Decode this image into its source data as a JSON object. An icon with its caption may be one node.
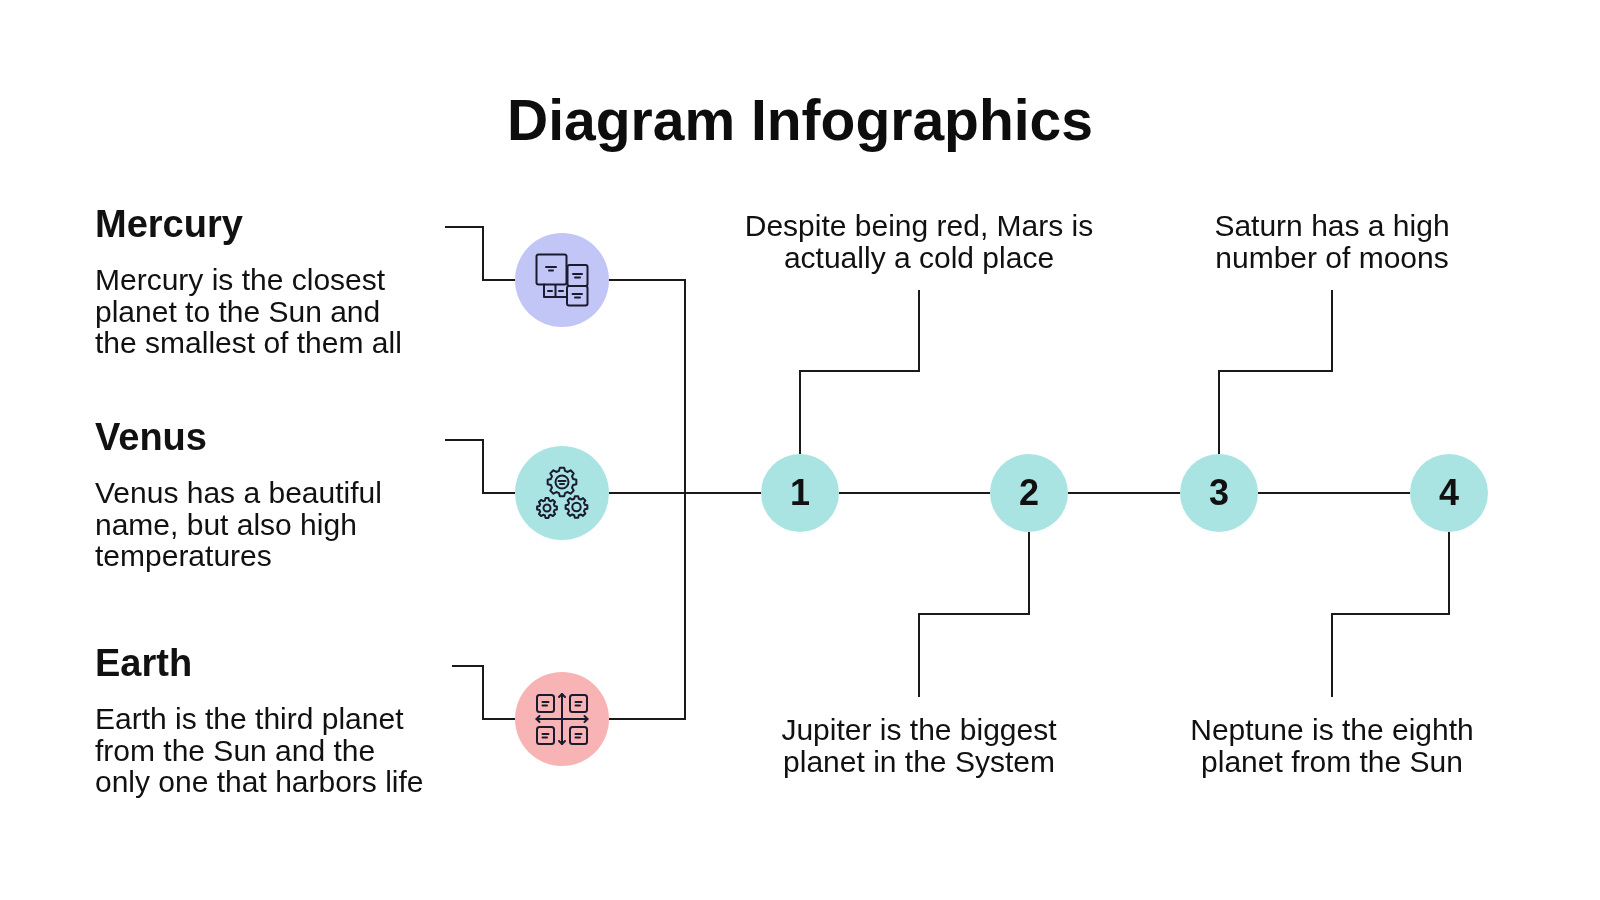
{
  "diagram": {
    "title": "Diagram Infographics",
    "nodes": [
      {
        "text": [
          "Mercury",
          "Mercury is the closest planet to the Sun and the smallest of them all"
        ]
      },
      {
        "text": [],
        "shape": "circle"
      },
      {
        "text": [
          "Venus",
          "Venus has a beautiful name, but also high temperatures"
        ]
      },
      {
        "text": [],
        "shape": "circle"
      },
      {
        "text": [
          "Earth",
          "Earth is the third planet from the Sun and the only one that harbors life"
        ]
      },
      {
        "text": [],
        "shape": "circle"
      },
      {
        "text": [
          "Despite being red, Mars is actually a cold place"
        ]
      },
      {
        "text": [
          "Saturn has a high number of moons"
        ]
      },
      {
        "text": [
          "1"
        ]
      },
      {
        "text": [
          "2"
        ]
      },
      {
        "text": [
          "3"
        ]
      },
      {
        "text": [
          "4"
        ]
      },
      {
        "text": [
          "Jupiter is the biggest planet in the System"
        ]
      },
      {
        "text": [
          "Neptune is the eighth planet from the Sun"
        ]
      }
    ],
    "edges": [
      {
        "from": 0,
        "to": 1,
        "arrow": "none"
      },
      {
        "from": 2,
        "to": 3,
        "arrow": "none"
      },
      {
        "from": 4,
        "to": 5,
        "arrow": "none"
      },
      {
        "from": 1,
        "to": 8,
        "arrow": "none"
      },
      {
        "from": 3,
        "to": 8,
        "arrow": "none"
      },
      {
        "from": 5,
        "to": 8,
        "arrow": "none"
      },
      {
        "from": 8,
        "to": 9,
        "arrow": "none"
      },
      {
        "from": 9,
        "to": 10,
        "arrow": "none"
      },
      {
        "from": 10,
        "to": 11,
        "arrow": "none"
      },
      {
        "from": 6,
        "to": 8,
        "arrow": "none"
      },
      {
        "from": 7,
        "to": 10,
        "arrow": "none"
      },
      {
        "from": 9,
        "to": 12,
        "arrow": "none"
      },
      {
        "from": 11,
        "to": 13,
        "arrow": "none"
      }
    ]
  }
}
